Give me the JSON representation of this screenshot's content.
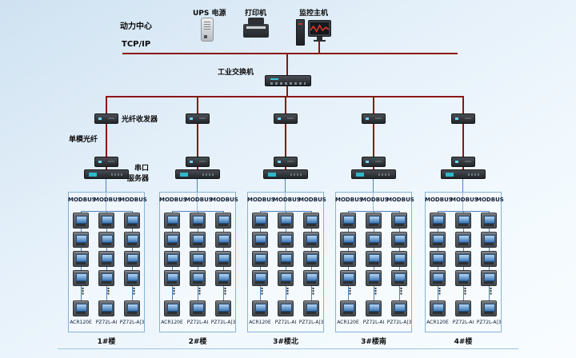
{
  "header": {
    "power_center": "动力中心",
    "ups_label": "UPS 电源",
    "printer_label": "打印机",
    "host_label": "监控主机",
    "tcpip_label": "TCP/IP",
    "switch_label": "工业交换机"
  },
  "annotations": {
    "fiber_transceiver": "光纤收发器",
    "single_mode_fiber": "单模光纤",
    "serial_port": "串口",
    "server": "服务器"
  },
  "group_common": {
    "bus_label": "MODBUS",
    "meter_models": [
      "ACR120E",
      "PZ72L-AI",
      "PZ72L-A|3"
    ],
    "ellipsis": "⋮",
    "columns_per_group": 3,
    "visible_meter_rows": 5
  },
  "groups": [
    {
      "building": "1#楼"
    },
    {
      "building": "2#楼"
    },
    {
      "building": "3#楼北"
    },
    {
      "building": "3#楼南"
    },
    {
      "building": "4#楼"
    }
  ],
  "colors": {
    "backbone_line": "#8b1616",
    "bus_line": "#4f81bd",
    "box_border": "#85b3d9"
  }
}
